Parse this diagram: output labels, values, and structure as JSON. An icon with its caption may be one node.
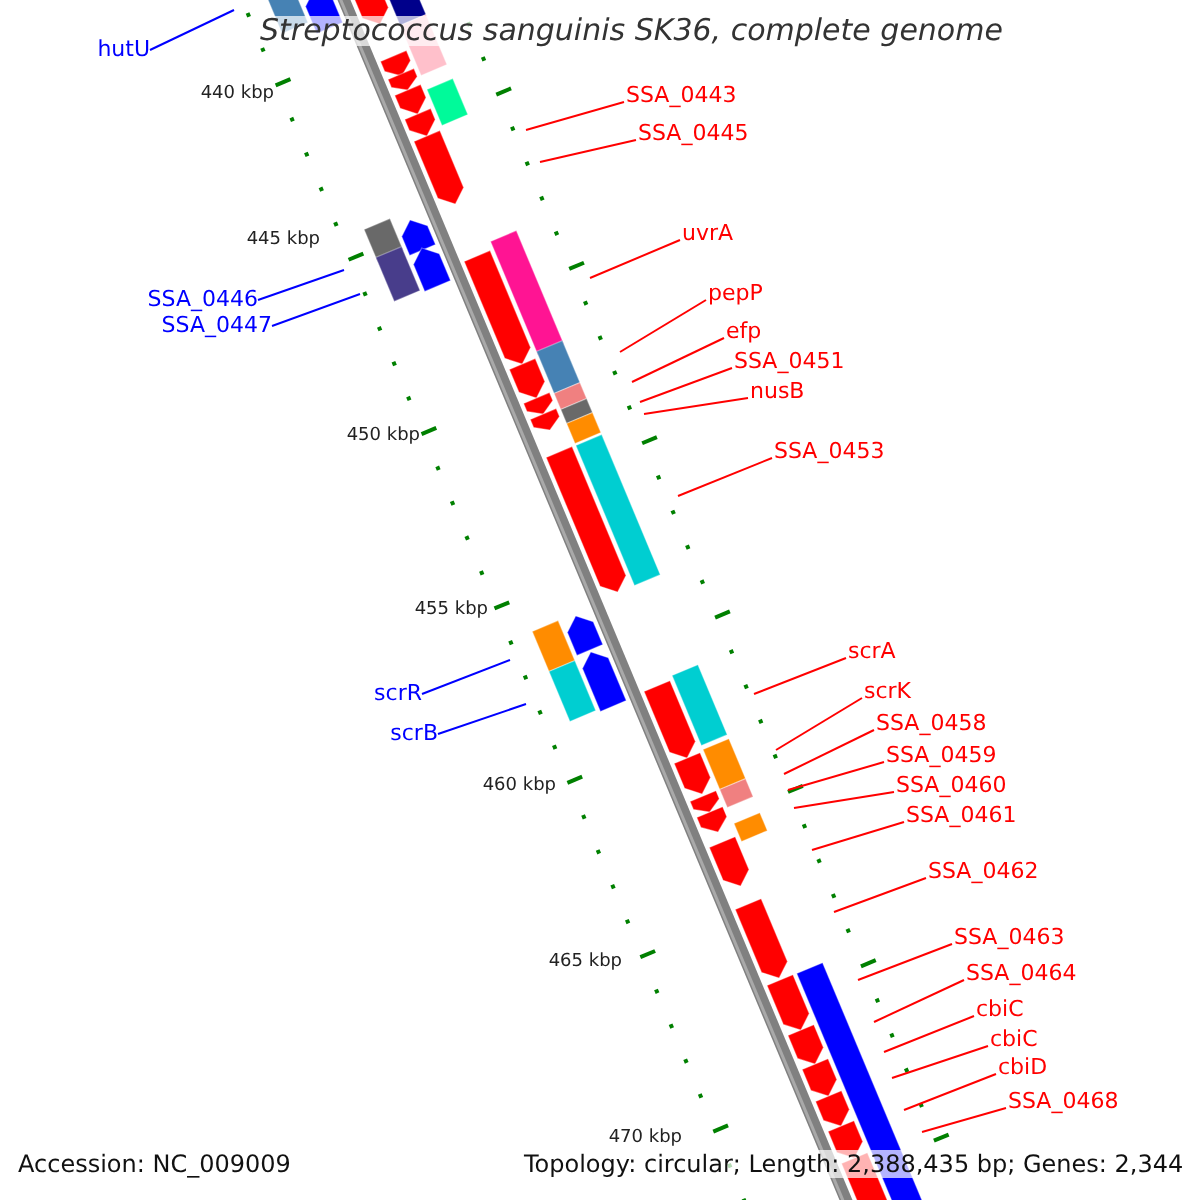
{
  "diagram": {
    "title": "Streptococcus sanguinis SK36, complete genome",
    "nodes": [
      {
        "text": [
          "hutU"
        ]
      },
      {
        "text": [
          "SSA_0443"
        ]
      },
      {
        "text": [
          "SSA_0445"
        ]
      },
      {
        "text": [
          "uvrA"
        ]
      },
      {
        "text": [
          "pepP"
        ]
      },
      {
        "text": [
          "SSA_0446"
        ]
      },
      {
        "text": [
          "SSA_0447"
        ]
      },
      {
        "text": [
          "efp"
        ]
      },
      {
        "text": [
          "SSA_0451"
        ]
      },
      {
        "text": [
          "nusB"
        ]
      },
      {
        "text": [
          "SSA_0453"
        ]
      },
      {
        "text": [
          "scrA"
        ]
      },
      {
        "text": [
          "scrR"
        ]
      },
      {
        "text": [
          "scrK"
        ]
      },
      {
        "text": [
          "SSA_0458"
        ]
      },
      {
        "text": [
          "scrB"
        ]
      },
      {
        "text": [
          "SSA_0459"
        ]
      },
      {
        "text": [
          "SSA_0460"
        ]
      },
      {
        "text": [
          "SSA_0461"
        ]
      },
      {
        "text": [
          "SSA_0462"
        ]
      },
      {
        "text": [
          "SSA_0463"
        ]
      },
      {
        "text": [
          "SSA_0464"
        ]
      },
      {
        "text": [
          "cbiC"
        ]
      },
      {
        "text": [
          "cbiC"
        ]
      },
      {
        "text": [
          "cbiD"
        ]
      },
      {
        "text": [
          "SSA_0468"
        ]
      }
    ],
    "edges": [
      {
        "from": 0,
        "to": null,
        "arrow": "none",
        "color": "#0000ff"
      },
      {
        "from": 1,
        "to": null,
        "arrow": "none"
      },
      {
        "from": 2,
        "to": null,
        "arrow": "none"
      },
      {
        "from": 3,
        "to": null,
        "arrow": "none"
      },
      {
        "from": 4,
        "to": null,
        "arrow": "none"
      },
      {
        "from": 5,
        "to": null,
        "arrow": "none",
        "color": "#0000ff"
      },
      {
        "from": 6,
        "to": null,
        "arrow": "none",
        "color": "#0000ff"
      },
      {
        "from": 7,
        "to": null,
        "arrow": "none"
      },
      {
        "from": 8,
        "to": null,
        "arrow": "none"
      },
      {
        "from": 9,
        "to": null,
        "arrow": "none"
      },
      {
        "from": 10,
        "to": null,
        "arrow": "none"
      },
      {
        "from": 11,
        "to": null,
        "arrow": "none"
      },
      {
        "from": 12,
        "to": null,
        "arrow": "none",
        "color": "#0000ff"
      },
      {
        "from": 13,
        "to": null,
        "arrow": "none"
      },
      {
        "from": 14,
        "to": null,
        "arrow": "none"
      },
      {
        "from": 15,
        "to": null,
        "arrow": "none",
        "color": "#0000ff"
      },
      {
        "from": 16,
        "to": null,
        "arrow": "none"
      },
      {
        "from": 17,
        "to": null,
        "arrow": "none"
      },
      {
        "from": 18,
        "to": null,
        "arrow": "none"
      },
      {
        "from": 19,
        "to": null,
        "arrow": "none"
      },
      {
        "from": 20,
        "to": null,
        "arrow": "none"
      },
      {
        "from": 21,
        "to": null,
        "arrow": "none"
      },
      {
        "from": 22,
        "to": null,
        "arrow": "none"
      },
      {
        "from": 23,
        "to": null,
        "arrow": "none"
      },
      {
        "from": 24,
        "to": null,
        "arrow": "none"
      },
      {
        "from": 25,
        "to": null,
        "arrow": "none"
      }
    ],
    "labels": [
      "440 kbp",
      "445 kbp",
      "450 kbp",
      "455 kbp",
      "460 kbp",
      "465 kbp",
      "470 kbp",
      "Accession: NC_009009",
      "Topology: circular; Length: 2,388,435 bp; Genes: 2,344"
    ]
  }
}
